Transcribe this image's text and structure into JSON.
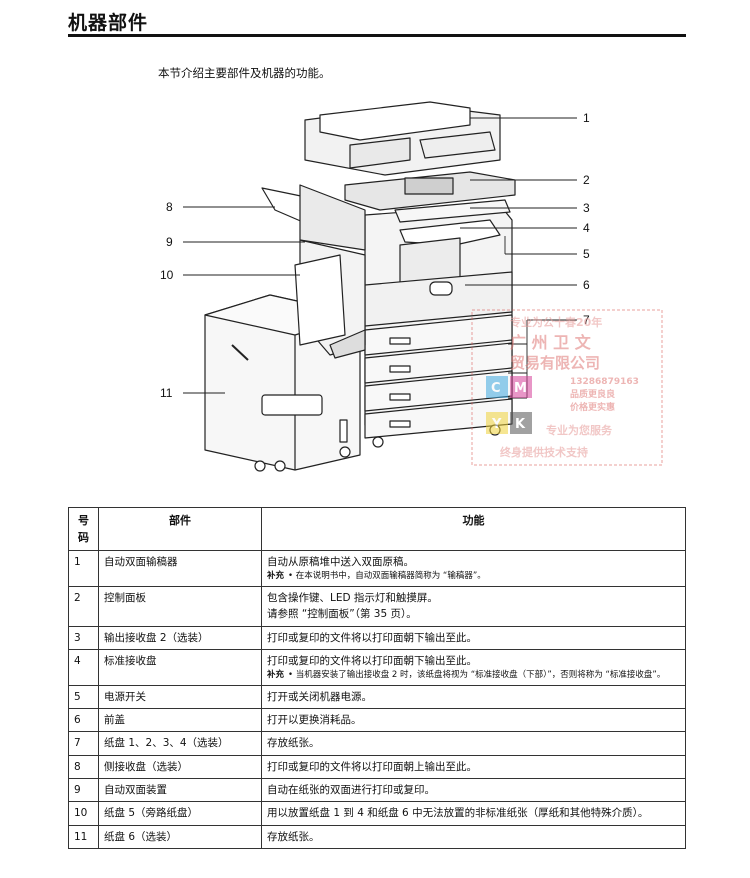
{
  "page": {
    "title": "机器部件",
    "intro": "本节介绍主要部件及机器的功能。"
  },
  "figure": {
    "callouts": [
      "1",
      "2",
      "3",
      "4",
      "5",
      "6",
      "7",
      "8",
      "9",
      "10",
      "11"
    ],
    "watermark": {
      "lines": [
        "专业为公十春20年",
        "广 州 卫 文",
        "贸易有限公司",
        "专业为您服务",
        "终身提供技术支持"
      ],
      "cmyk": [
        "C",
        "M",
        "Y",
        "K"
      ],
      "phone": "13286879163",
      "slogan1": "品质更良良",
      "slogan2": "价格更实惠",
      "colors": {
        "red": "#d9534f",
        "cyan": "#3fa9e0",
        "magenta": "#d6429a",
        "yellow": "#f0d23a",
        "black": "#555555"
      }
    }
  },
  "table": {
    "headers": [
      "号码",
      "部件",
      "功能"
    ],
    "rows": [
      {
        "no": "1",
        "part": "自动双面输稿器",
        "func": [
          "自动从原稿堆中送入双面原稿。"
        ],
        "note_label": "补充",
        "note": "• 在本说明书中，自动双面输稿器简称为 “输稿器”。"
      },
      {
        "no": "2",
        "part": "控制面板",
        "func": [
          "包含操作键、LED 指示灯和触摸屏。",
          "请参照 “控制面板”（第 35 页）。"
        ]
      },
      {
        "no": "3",
        "part": "输出接收盘 2（选装）",
        "func": [
          "打印或复印的文件将以打印面朝下输出至此。"
        ]
      },
      {
        "no": "4",
        "part": "标准接收盘",
        "func": [
          "打印或复印的文件将以打印面朝下输出至此。"
        ],
        "note_label": "补充",
        "note": "• 当机器安装了输出接收盘 2 时，该纸盘将视为 “标准接收盘（下部）”，否则将称为 “标准接收盘”。"
      },
      {
        "no": "5",
        "part": "电源开关",
        "func": [
          "打开或关闭机器电源。"
        ]
      },
      {
        "no": "6",
        "part": "前盖",
        "func": [
          "打开以更换消耗品。"
        ]
      },
      {
        "no": "7",
        "part": "纸盘 1、2、3、4（选装）",
        "func": [
          "存放纸张。"
        ]
      },
      {
        "no": "8",
        "part": "侧接收盘（选装）",
        "func": [
          "打印或复印的文件将以打印面朝上输出至此。"
        ]
      },
      {
        "no": "9",
        "part": "自动双面装置",
        "func": [
          "自动在纸张的双面进行打印或复印。"
        ]
      },
      {
        "no": "10",
        "part": "纸盘 5（旁路纸盘）",
        "func": [
          "用以放置纸盘 1 到 4 和纸盘 6 中无法放置的非标准纸张（厚纸和其他特殊介质）。"
        ]
      },
      {
        "no": "11",
        "part": "纸盘 6（选装）",
        "func": [
          "存放纸张。"
        ]
      }
    ]
  }
}
